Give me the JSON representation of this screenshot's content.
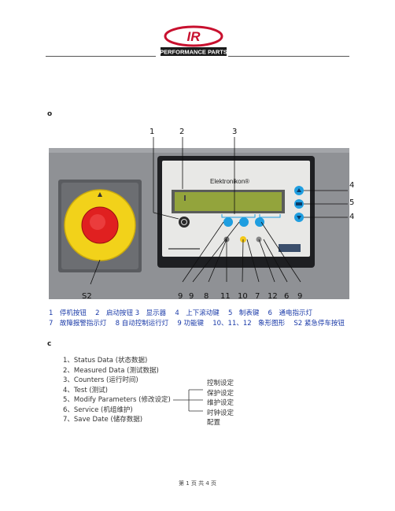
{
  "brand": {
    "logo_letters": "IR",
    "tagline": "PERFORMANCE PARTS",
    "color_red": "#c8102e",
    "color_dark": "#1a1a1a"
  },
  "section1": {
    "bullet": "o",
    "panel": {
      "display_brand": "Elektronikon®",
      "emergency_label": "S2",
      "callouts": [
        "1",
        "2",
        "3",
        "4",
        "5",
        "4",
        "9",
        "9",
        "8",
        "11",
        "10",
        "7",
        "12",
        "6",
        "9"
      ],
      "key_colors": {
        "blue": "#1f9ee0",
        "yellow": "#f3c81a",
        "stop_red": "#e02020",
        "estop_yellow": "#f2d21a",
        "lcd": "#93a43c"
      }
    },
    "caption_line1": "1　停机按钮　 2　启动按钮 3　显示器　 4　上下滚动键　 5　制表键　 6　通电指示灯",
    "caption_line2": "7　故障报警指示灯　 8 自动控制运行灯　 9 功能键　 10、11、12　象形图形　 S2 紧急停车按钮"
  },
  "section2": {
    "bullet": "c",
    "menu": [
      "1、Status Data (状态数据)",
      "2、Measured Data (测试数据)",
      "3、Counters (运行时间)",
      "4、Test (测试)",
      "5、Modify Parameters (修改设定)",
      "6、Service (机组维护)",
      "7、Save Date (储存数据)"
    ],
    "submenu": [
      "控制设定",
      "保护设定",
      "维护设定",
      "时钟设定",
      "配置"
    ]
  },
  "footer": {
    "page": "第 1 页 共 4 页"
  }
}
